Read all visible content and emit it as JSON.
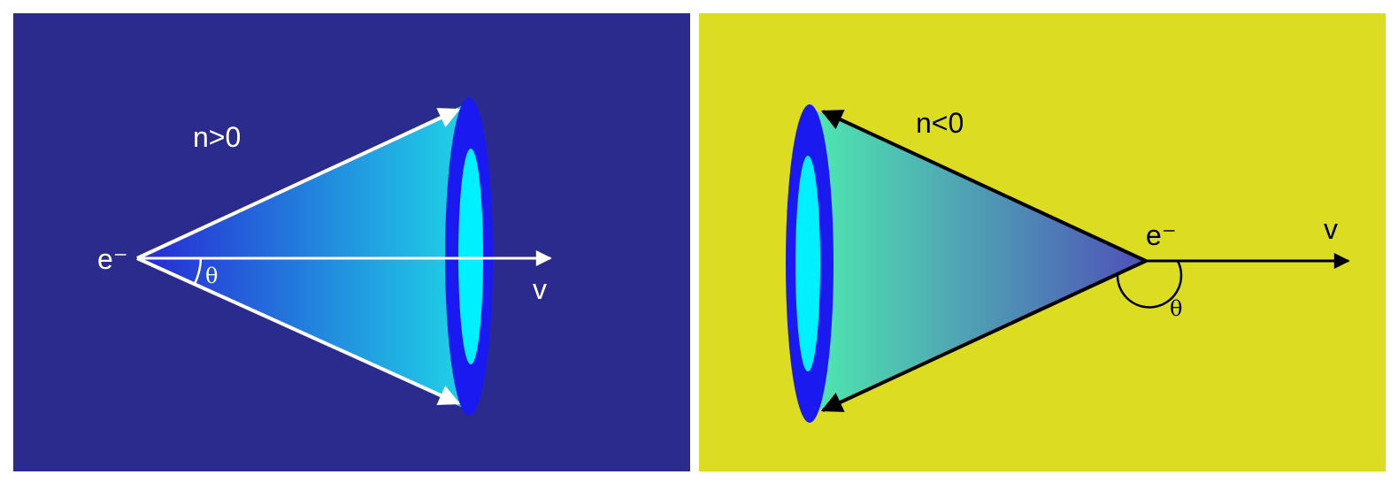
{
  "colors": {
    "background": "#ffffff",
    "left_panel": "#2b2b8e",
    "right_panel": "#dcdc23",
    "ring_outer": "#1a1af0",
    "ring_inner": "#00f0ff",
    "cone_left_start": "#2727d4",
    "cone_left_end": "#1fd0e6",
    "cone_right_start": "#4f50b8",
    "cone_right_end": "#4fe7b0",
    "arrow_left": "#ffffff",
    "arrow_right": "#000000"
  },
  "left_panel": {
    "index_label": "n>0",
    "charge_label": "e⁻",
    "velocity_label": "v",
    "angle_label": "θ"
  },
  "right_panel": {
    "index_label": "n<0",
    "charge_label": "e⁻",
    "velocity_label": "v",
    "angle_label": "θ"
  }
}
